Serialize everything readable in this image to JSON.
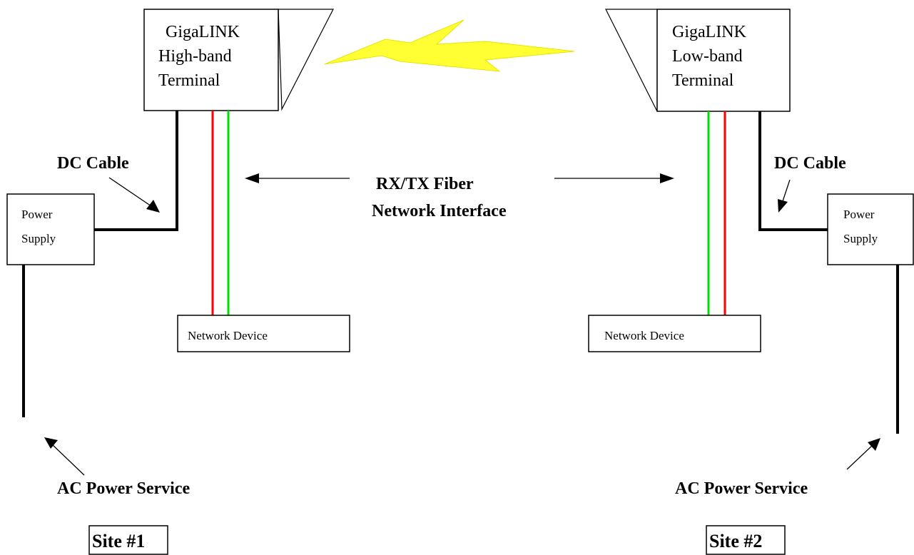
{
  "site1": {
    "terminal_lines": [
      "GigaLINK",
      "High-band",
      "Terminal"
    ],
    "dc_cable_label": "DC Cable",
    "power_supply_lines": [
      "Power",
      "Supply"
    ],
    "network_device_label": "Network Device",
    "ac_power_label": "AC Power Service",
    "site_label": "Site #1"
  },
  "site2": {
    "terminal_lines": [
      "GigaLINK",
      "Low-band",
      "Terminal"
    ],
    "dc_cable_label": "DC Cable",
    "power_supply_lines": [
      "Power",
      "Supply"
    ],
    "network_device_label": "Network Device",
    "ac_power_label": "AC Power Service",
    "site_label": "Site #2"
  },
  "fiber_label_lines": [
    "RX/TX Fiber",
    "Network Interface"
  ],
  "colors": {
    "fiber_rx": "#ff0000",
    "fiber_tx": "#00dd00",
    "wireless_link": "#ffff33"
  },
  "icons": {
    "wireless_link": "lightning-bolt-icon"
  }
}
